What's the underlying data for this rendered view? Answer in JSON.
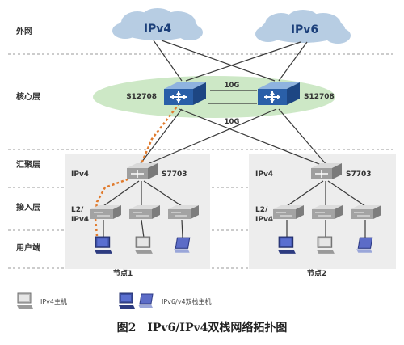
{
  "layers": {
    "external": "外网",
    "core": "核心层",
    "aggregation": "汇聚层",
    "access": "接入层",
    "user": "用户端"
  },
  "clouds": {
    "left": "IPv4",
    "right": "IPv6"
  },
  "core_switches": {
    "left": "S12708",
    "right": "S12708"
  },
  "links": {
    "core_top": "10G",
    "core_bottom": "10G"
  },
  "nodes": [
    {
      "name": "节点1",
      "agg_label": "IPv4",
      "agg_switch": "S7703",
      "access_label_1": "L2/",
      "access_label_2": "IPv4"
    },
    {
      "name": "节点2",
      "agg_label": "IPv4",
      "agg_switch": "S7703",
      "access_label_1": "L2/",
      "access_label_2": "IPv4"
    }
  ],
  "legend": {
    "ipv4_host": "IPv4主机",
    "dual_host": "IPv6/v4双栈主机"
  },
  "caption": "图2　IPv6/IPv4双栈网络拓扑图",
  "colors": {
    "cloud": "#b7cde3",
    "core_ellipse": "#cde8c6",
    "switch_blue": "#2a5fa8",
    "node_panel": "#ededed",
    "dashed_path": "#e07a2c"
  },
  "icons": {
    "core_switch": "core-switch-icon",
    "agg_switch": "aggregation-switch-icon",
    "access_switch": "access-switch-icon",
    "host": "desktop-host-icon",
    "laptop": "laptop-icon"
  }
}
